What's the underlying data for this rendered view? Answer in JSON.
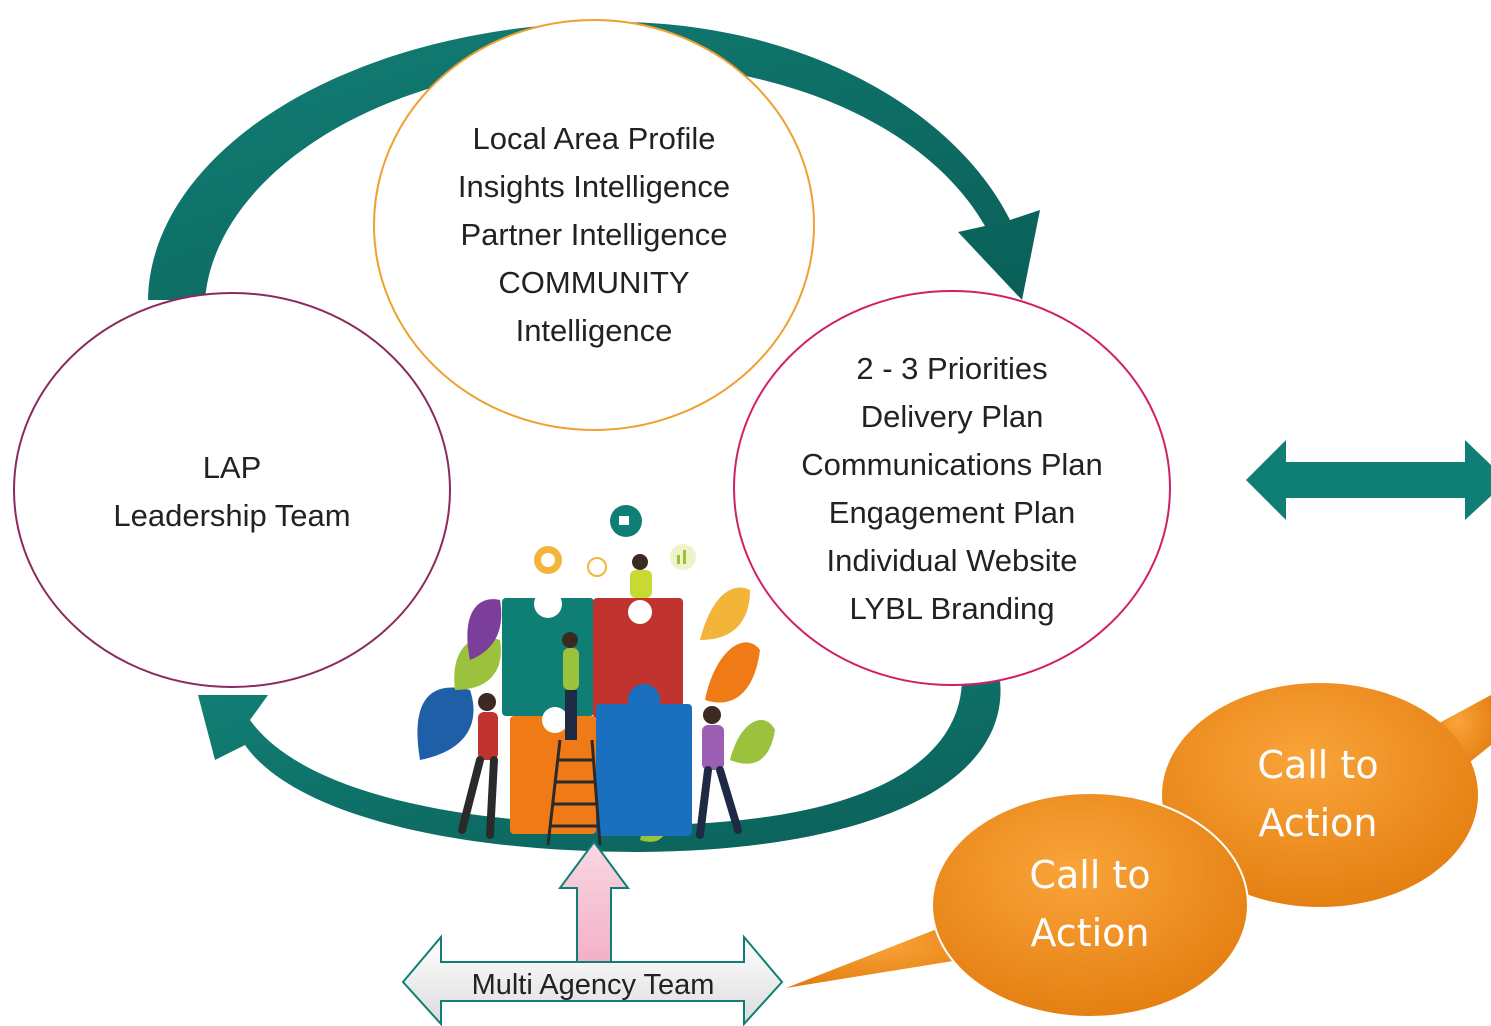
{
  "colors": {
    "cycle_arrow": "#0f7e74",
    "cycle_arrow_dark": "#0a5f58",
    "info_ellipse_stroke": "#f0a030",
    "lap_ellipse_stroke": "#8a2a5e",
    "priorities_ellipse_stroke": "#d21f6a",
    "bubble_fill": "#f28b1c",
    "bubble_fill_dark": "#d96a0a",
    "pink_arrow_fill": "#f7c5d6",
    "grey_arrow_fill": "#eeeeee"
  },
  "intelligence": {
    "lines": [
      "Local Area Profile",
      "Insights Intelligence",
      "Partner Intelligence",
      "COMMUNITY",
      "Intelligence"
    ]
  },
  "lap": {
    "lines": [
      "LAP",
      "Leadership Team"
    ]
  },
  "priorities": {
    "lines": [
      "2 -  3 Priorities",
      "Delivery Plan",
      "Communications Plan",
      "Engagement Plan",
      "Individual Website",
      "LYBL Branding"
    ]
  },
  "multi_agency": {
    "label": "Multi Agency Team"
  },
  "call_to_action": [
    {
      "lines": [
        "Call to",
        "Action"
      ]
    },
    {
      "lines": [
        "Call to",
        "Action"
      ]
    }
  ],
  "icons": {
    "cycle": "circular-arrows-icon",
    "illustration": "puzzle-team-illustration",
    "side_arrow": "double-headed-arrow-icon"
  }
}
